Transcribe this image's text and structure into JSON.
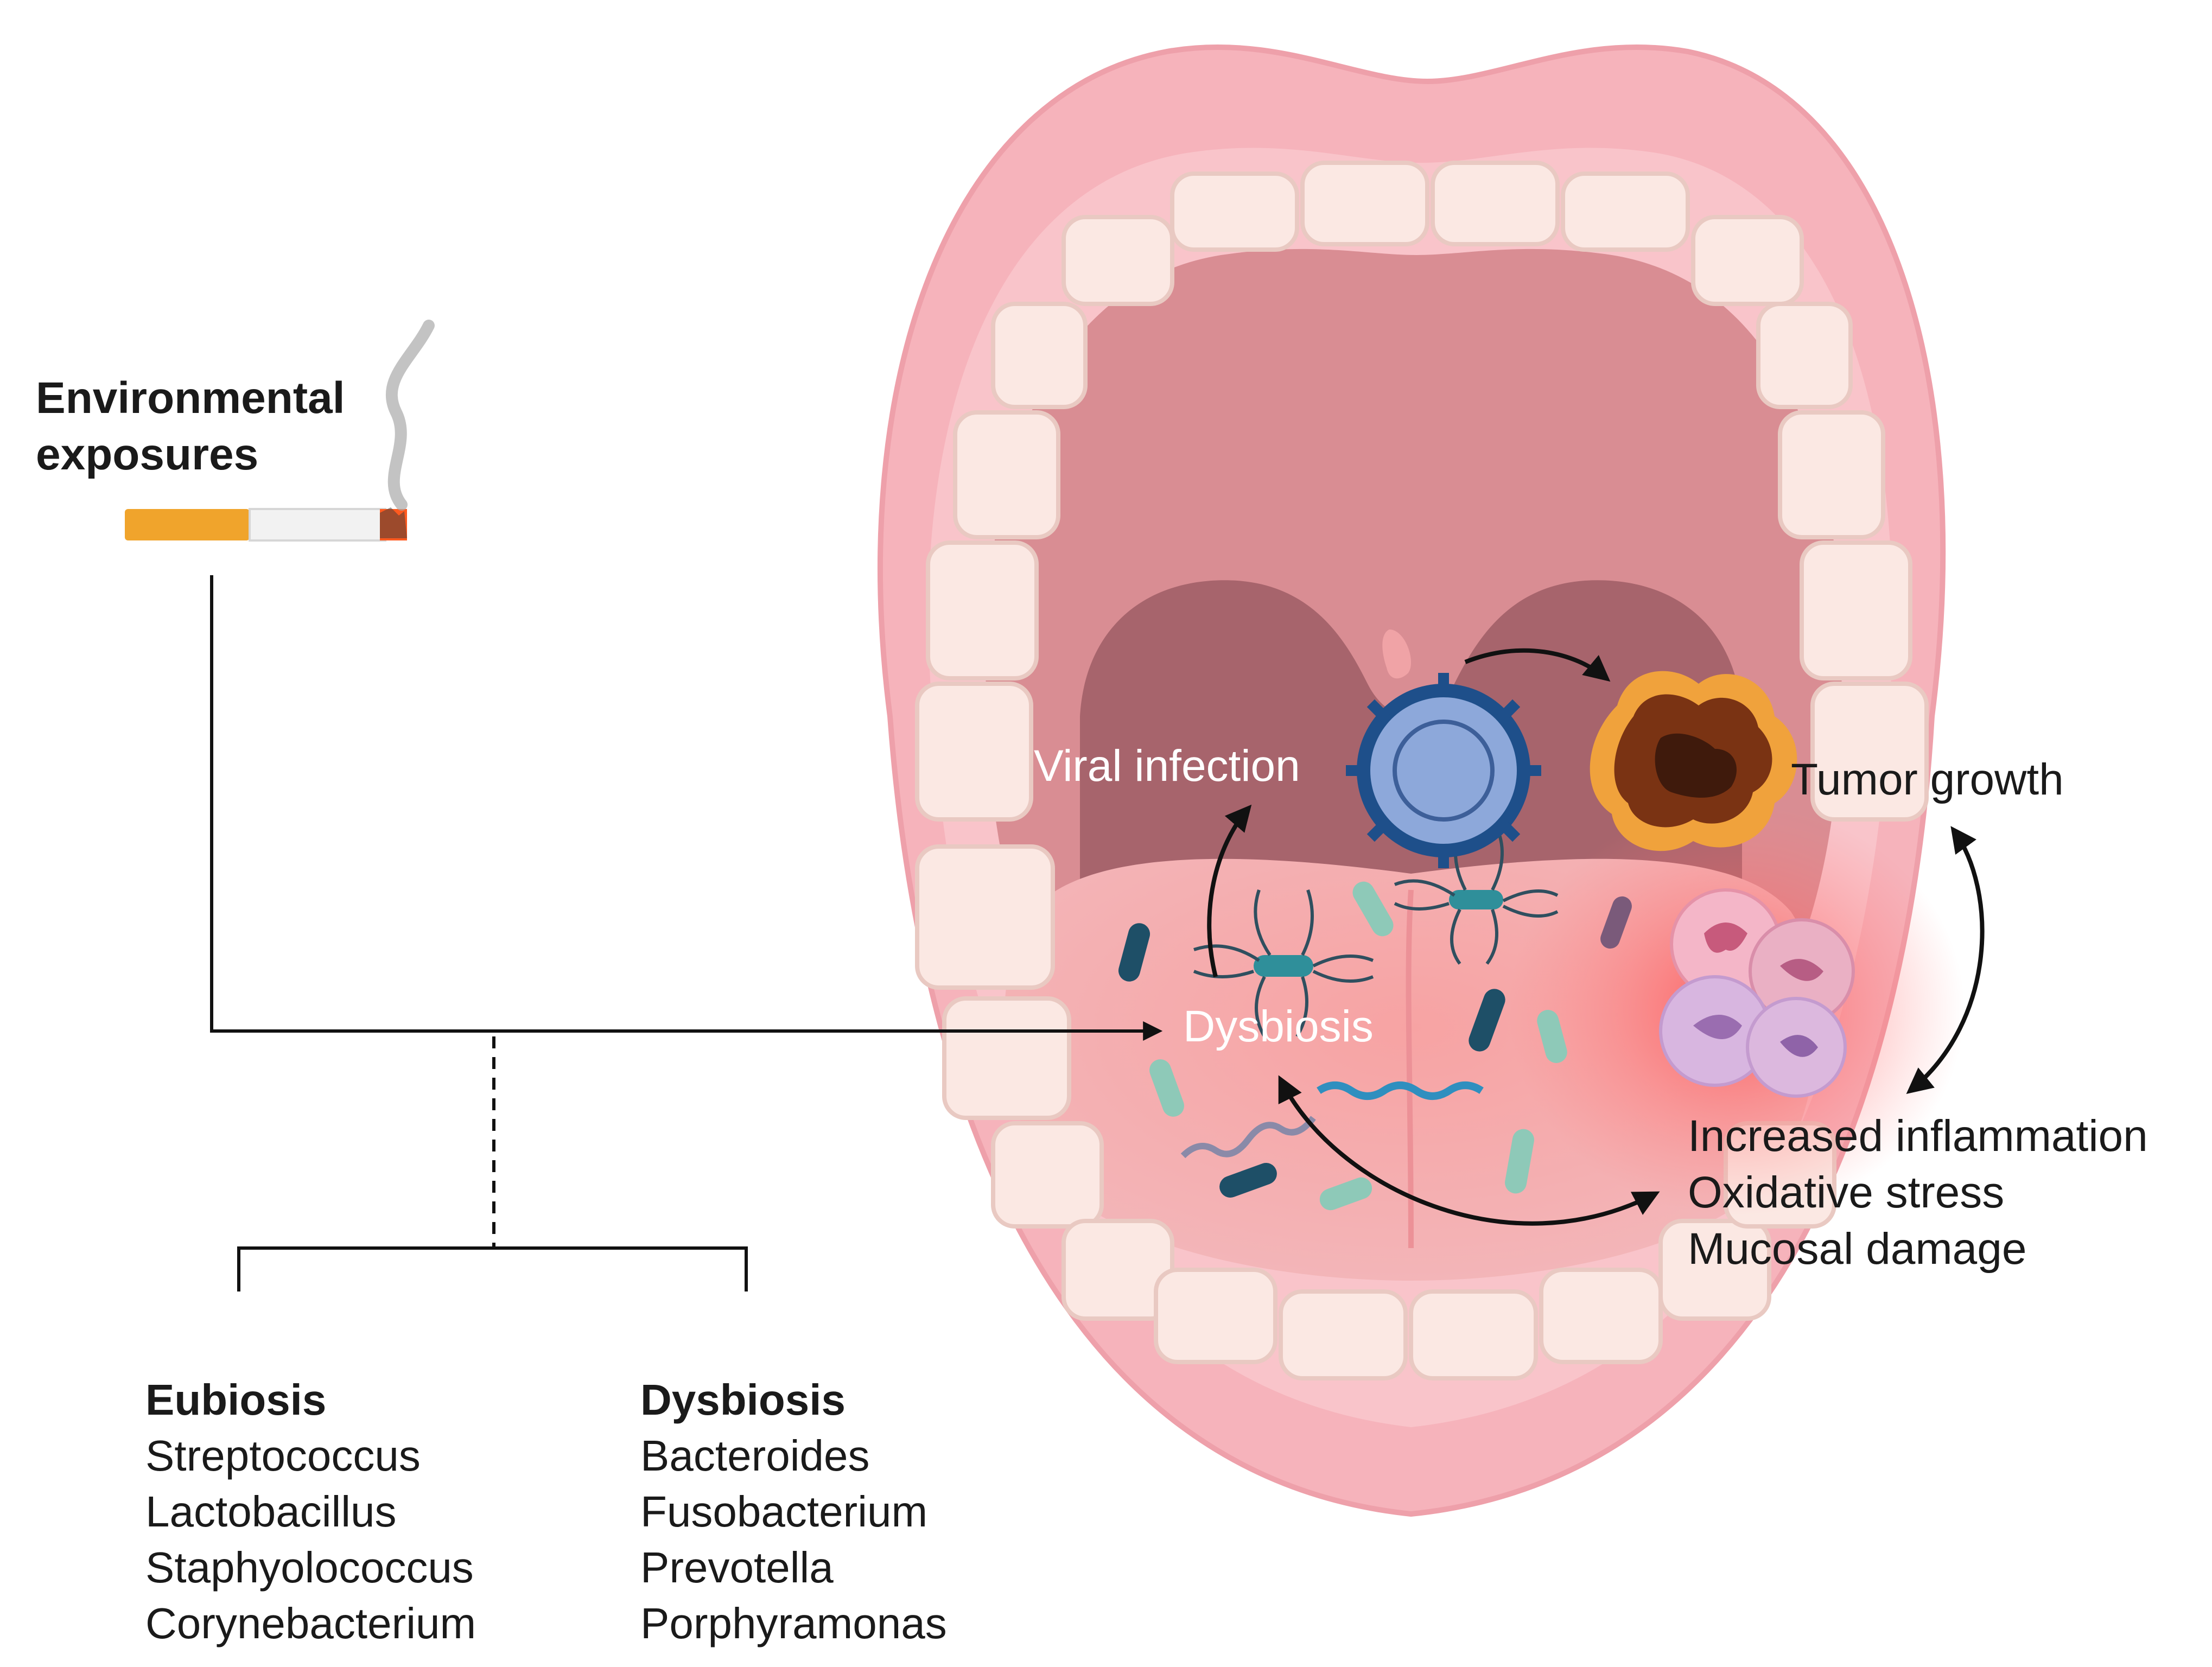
{
  "exposure": {
    "title_line1": "Environmental",
    "title_line2": "exposures"
  },
  "mouth_labels": {
    "viral_infection": "Viral infection",
    "dysbiosis": "Dysbiosis",
    "tumor_growth": "Tumor growth",
    "effects": [
      "Increased inflammation",
      "Oxidative stress",
      "Mucosal damage"
    ]
  },
  "eubiosis": {
    "title": "Eubiosis",
    "items": [
      "Streptococcus",
      "Lactobacillus",
      "Staphyolococcus",
      "Corynebacterium"
    ]
  },
  "dysbiosis_list": {
    "title": "Dysbiosis",
    "items": [
      "Bacteroides",
      "Fusobacterium",
      "Prevotella",
      "Porphyramonas"
    ]
  },
  "colors": {
    "lip": "#f6b3bb",
    "palate": "#d98d93",
    "throat": "#a7646c",
    "tongue": "#f4a3a6",
    "tooth": "#fbe8e3",
    "bacteria_teal": "#2f8f9a",
    "bacteria_navy": "#1e4f67",
    "virus": "#8da8da",
    "tumor": "#7a3313",
    "inflammation": "#ff4c4c"
  }
}
